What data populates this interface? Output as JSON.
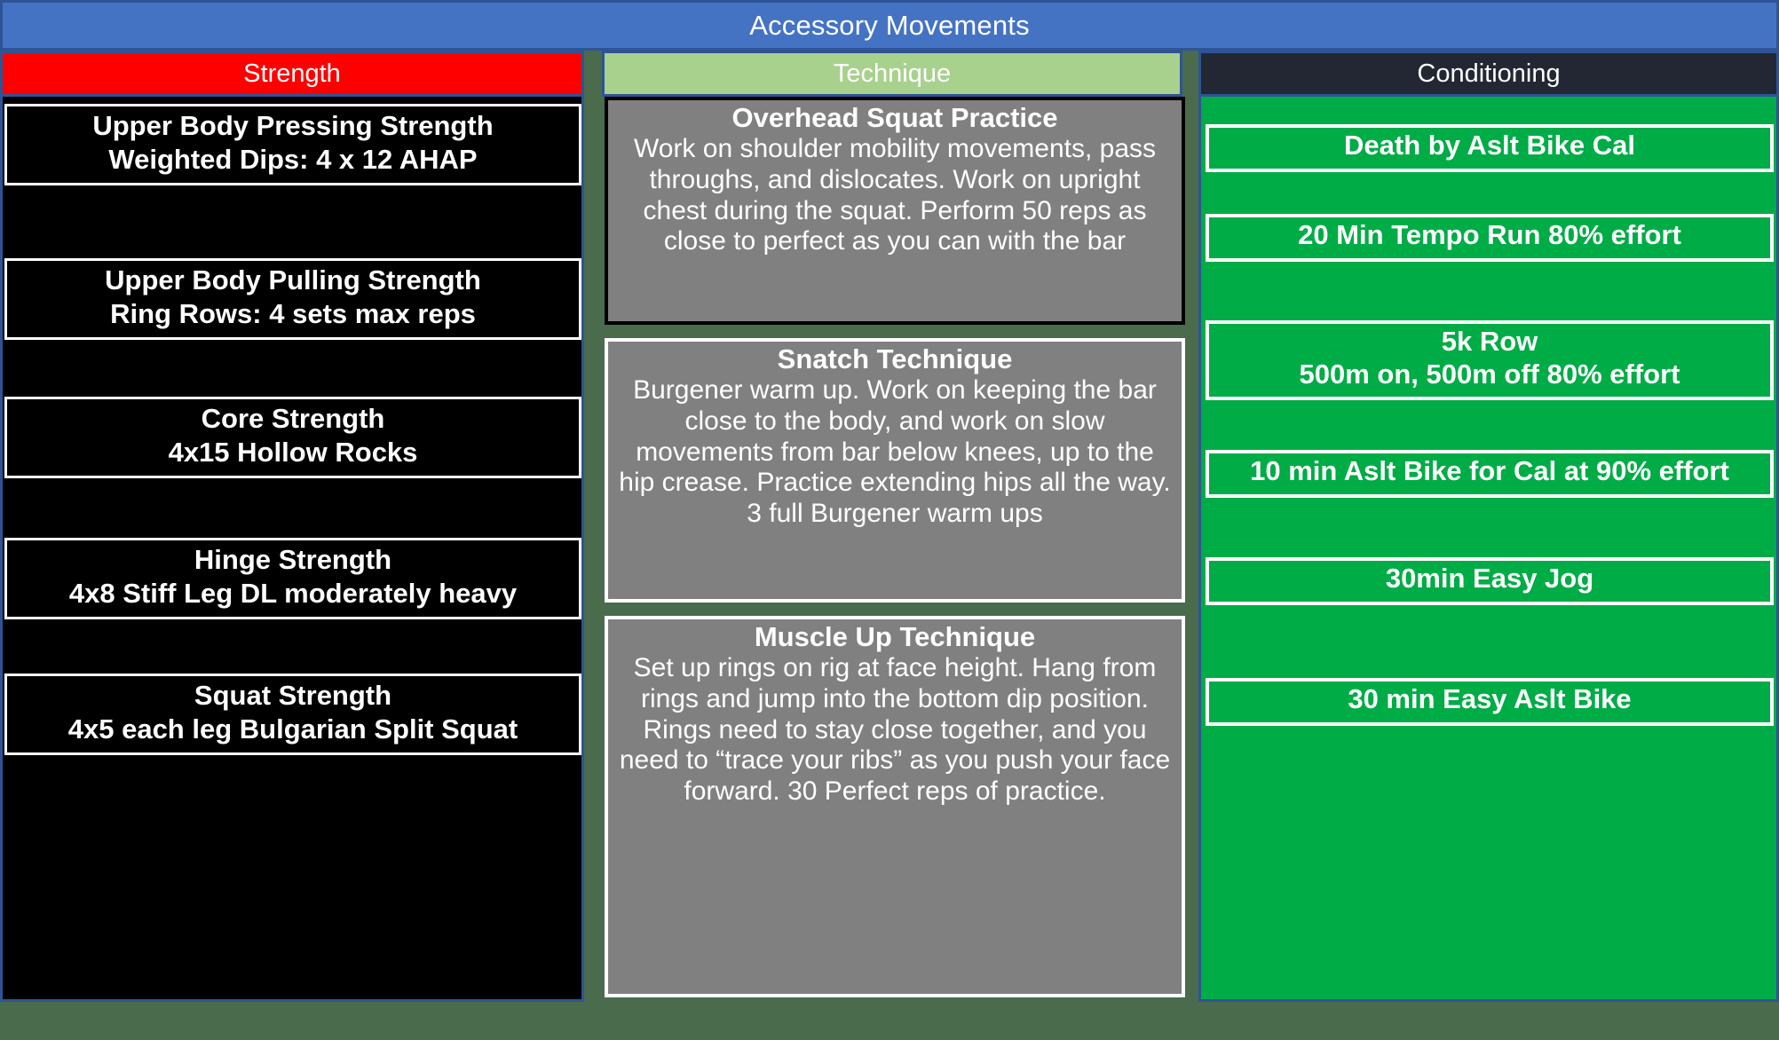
{
  "title": "Accessory Movements",
  "colors": {
    "title_bar": "#4573c4",
    "title_border": "#2e5496",
    "background": "#4a6b4c",
    "strength_header": "#ff0000",
    "technique_header": "#a9d18e",
    "conditioning_header": "#222733",
    "strength_body": "#000000",
    "technique_box": "#808080",
    "conditioning_body": "#00ac46",
    "text": "#ffffff"
  },
  "columns": {
    "strength": {
      "header": "Strength",
      "items": [
        {
          "line1": "Upper Body Pressing Strength",
          "line2": "Weighted Dips: 4 x 12 AHAP"
        },
        {
          "line1": "Upper Body Pulling Strength",
          "line2": "Ring Rows: 4 sets max reps"
        },
        {
          "line1": "Core Strength",
          "line2": "4x15 Hollow Rocks"
        },
        {
          "line1": "Hinge Strength",
          "line2": "4x8 Stiff Leg DL moderately heavy"
        },
        {
          "line1": "Squat Strength",
          "line2": "4x5 each leg Bulgarian Split Squat"
        }
      ]
    },
    "technique": {
      "header": "Technique",
      "items": [
        {
          "title": "Overhead Squat Practice",
          "body": "Work on shoulder mobility movements, pass throughs, and dislocates.  Work on upright chest during the squat.  Perform 50 reps as close to perfect as you can with the bar"
        },
        {
          "title": "Snatch Technique",
          "body": "Burgener warm up.  Work on keeping the bar close to the body, and work on slow movements from bar below knees, up to the hip crease.  Practice extending hips all the way.  3 full Burgener warm ups"
        },
        {
          "title": "Muscle Up Technique",
          "body": "Set up rings on rig at face height.  Hang from rings and jump into the bottom dip position.  Rings need to stay close together, and you need to “trace your ribs” as you push your face forward.  30 Perfect reps of practice."
        }
      ]
    },
    "conditioning": {
      "header": "Conditioning",
      "items": [
        {
          "line1": "Death by Aslt Bike Cal",
          "line2": ""
        },
        {
          "line1": "20 Min Tempo Run 80% effort",
          "line2": ""
        },
        {
          "line1": "5k Row",
          "line2": "500m on, 500m off 80% effort"
        },
        {
          "line1": "10 min Aslt Bike for Cal at 90% effort",
          "line2": ""
        },
        {
          "line1": "30min Easy Jog",
          "line2": ""
        },
        {
          "line1": "30 min Easy Aslt Bike",
          "line2": ""
        }
      ]
    }
  }
}
